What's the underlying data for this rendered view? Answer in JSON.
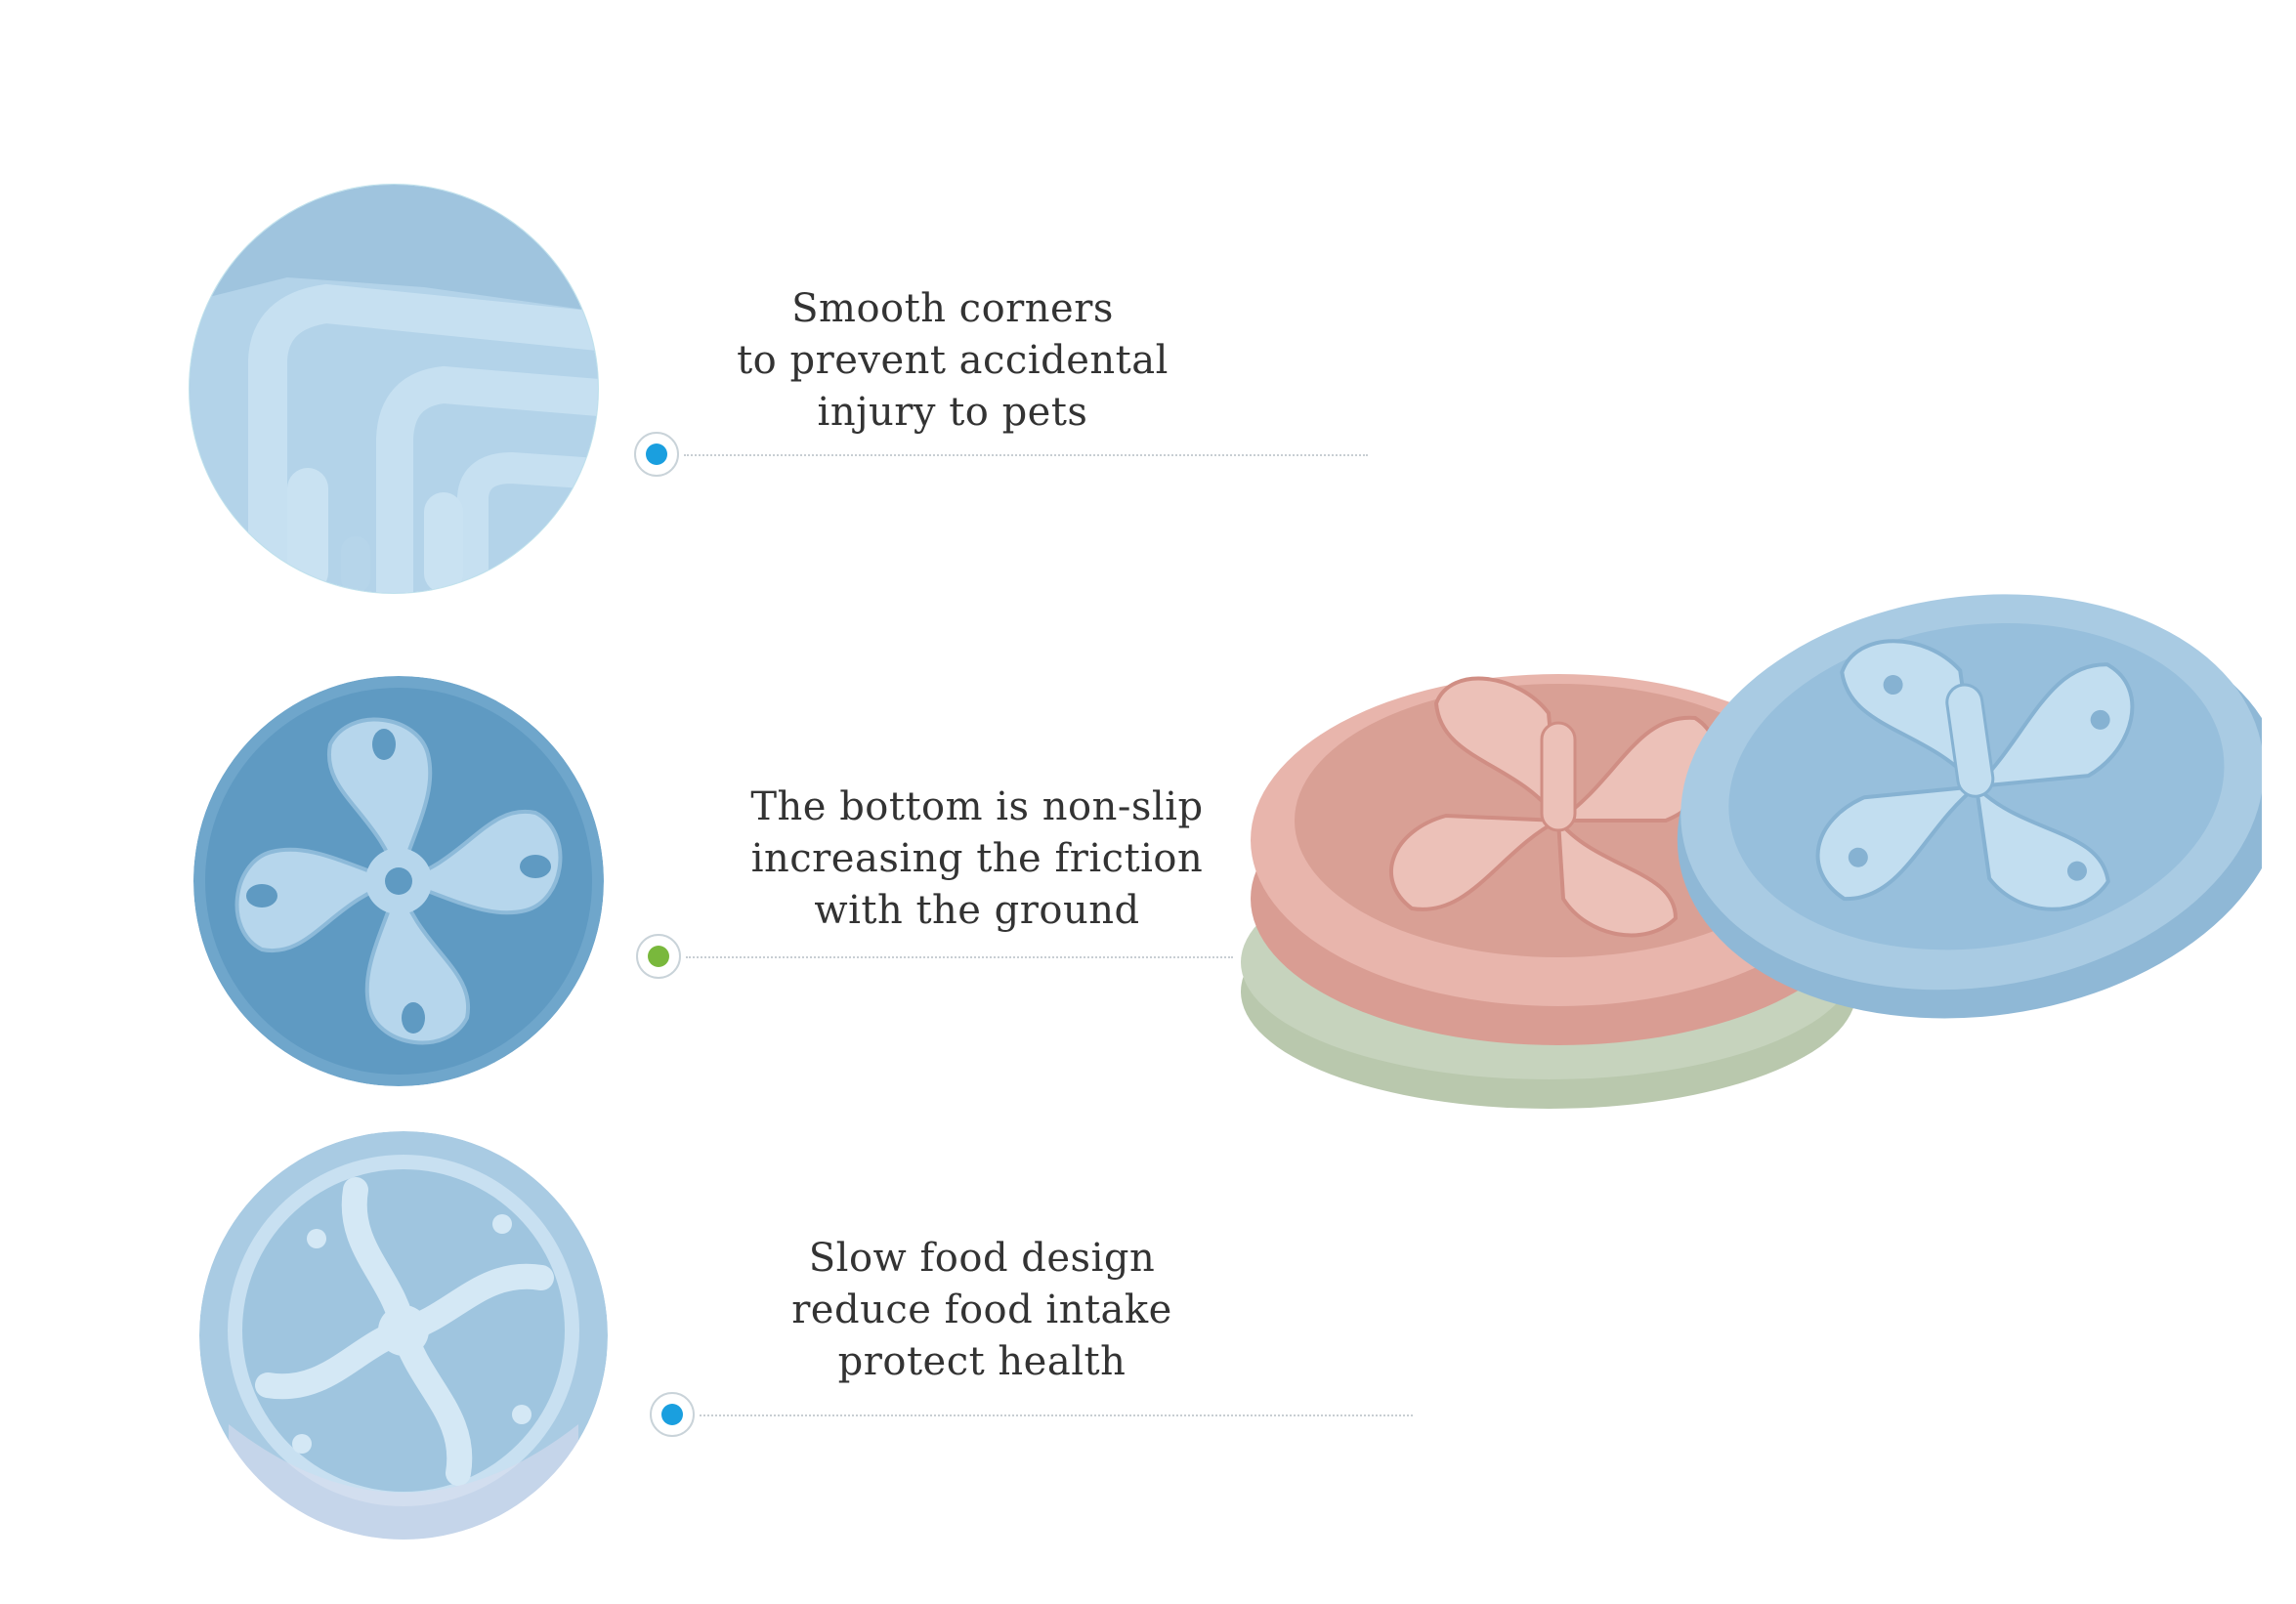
{
  "features": [
    {
      "lines": [
        "Smooth corners",
        "to prevent accidental",
        "injury to pets"
      ],
      "dot_color": "#1a9fdf"
    },
    {
      "lines": [
        "The bottom is non-slip",
        "increasing the friction",
        "with the ground"
      ],
      "dot_color": "#79b83c"
    },
    {
      "lines": [
        "Slow food design",
        "reduce food intake",
        "protect health"
      ],
      "dot_color": "#1a9fdf"
    }
  ],
  "colors": {
    "bowl_blue": "#a9cbe3",
    "bowl_pink": "#e8b5ac",
    "bowl_green": "#c6d3bd",
    "text": "#333333"
  },
  "icons": [
    "detail-corner-photo",
    "bowl-bottom-photo",
    "bowl-top-photo",
    "stacked-bowls-photo"
  ]
}
